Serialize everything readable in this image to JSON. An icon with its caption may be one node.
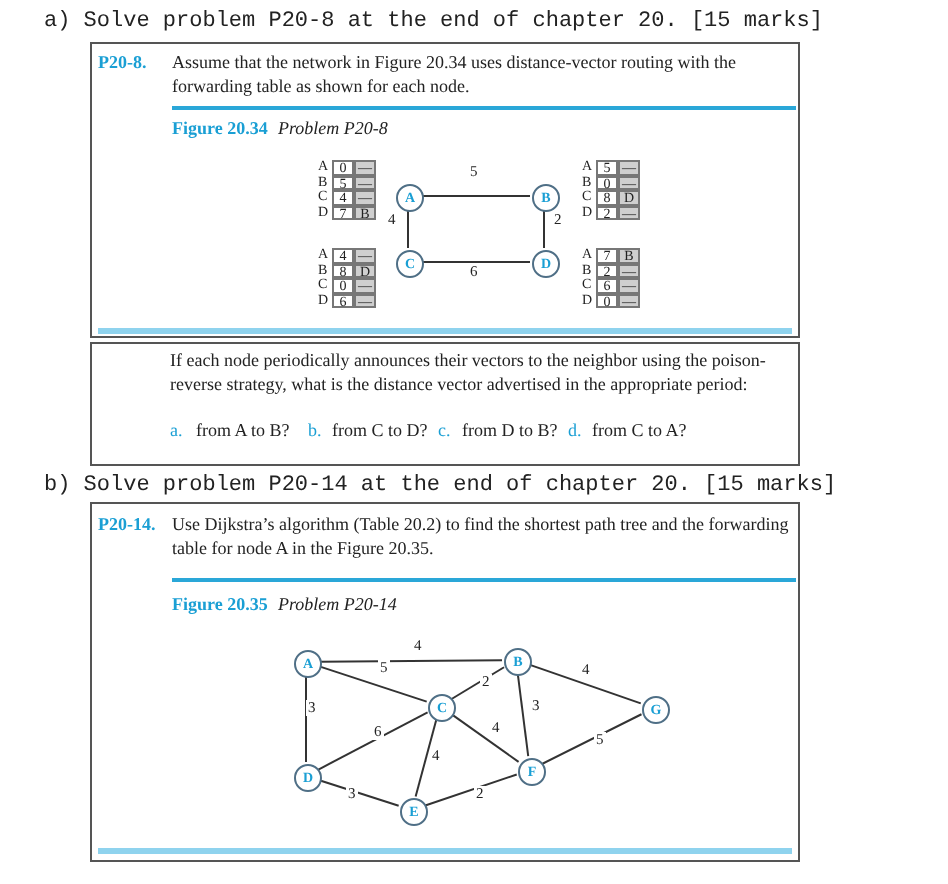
{
  "diagram": {
    "nodes": [
      {
        "text": [
          "P20-8.",
          "Assume that the network in Figure 20.34 uses distance-vector routing with the forwarding table as shown for each node.",
          "Figure 20.34",
          "Problem P20-8"
        ]
      },
      {
        "text": [
          "A"
        ],
        "in": 0
      },
      {
        "text": [
          "B"
        ],
        "in": 0
      },
      {
        "text": [
          "C"
        ],
        "in": 0
      },
      {
        "text": [
          "D"
        ],
        "in": 0
      },
      {
        "text": [
          "If each node periodically announces their vectors to the neighbor using the poison-reverse strategy, what is the distance vector advertised in the appropriate period:",
          "a.",
          "from A to B?",
          "b.",
          "from C to D?",
          "c.",
          "from D to B?",
          "d.",
          "from C to A?"
        ]
      },
      {
        "text": [
          "P20-14.",
          "Use Dijkstra’s algorithm (Table 20.2) to find the shortest path tree and the forwarding table for node A in the Figure 20.35.",
          "Figure 20.35",
          "Problem P20-14"
        ]
      },
      {
        "text": [
          "A"
        ],
        "in": 6
      },
      {
        "text": [
          "B"
        ],
        "in": 6
      },
      {
        "text": [
          "C"
        ],
        "in": 6
      },
      {
        "text": [
          "D"
        ],
        "in": 6
      },
      {
        "text": [
          "E"
        ],
        "in": 6
      },
      {
        "text": [
          "F"
        ],
        "in": 6
      },
      {
        "text": [
          "G"
        ],
        "in": 6
      }
    ],
    "edges": [
      {
        "from": 1,
        "to": 2,
        "arrow": "none",
        "label": "5"
      },
      {
        "from": 1,
        "to": 3,
        "arrow": "none",
        "label": "4"
      },
      {
        "from": 2,
        "to": 4,
        "arrow": "none",
        "label": "2"
      },
      {
        "from": 3,
        "to": 4,
        "arrow": "none",
        "label": "6"
      },
      {
        "from": 7,
        "to": 8,
        "arrow": "none",
        "label": "4"
      },
      {
        "from": 7,
        "to": 9,
        "arrow": "none",
        "label": "5"
      },
      {
        "from": 7,
        "to": 10,
        "arrow": "none",
        "label": "3"
      },
      {
        "from": 8,
        "to": 9,
        "arrow": "none",
        "label": "2"
      },
      {
        "from": 8,
        "to": 13,
        "arrow": "none",
        "label": "4"
      },
      {
        "from": 8,
        "to": 12,
        "arrow": "none",
        "label": "3"
      },
      {
        "from": 9,
        "to": 10,
        "arrow": "none",
        "label": "6"
      },
      {
        "from": 9,
        "to": 12,
        "arrow": "none",
        "label": "4"
      },
      {
        "from": 9,
        "to": 11,
        "arrow": "none",
        "label": "4"
      },
      {
        "from": 10,
        "to": 11,
        "arrow": "none",
        "label": "3"
      },
      {
        "from": 11,
        "to": 12,
        "arrow": "none",
        "label": "2"
      },
      {
        "from": 12,
        "to": 13,
        "arrow": "none",
        "label": "5"
      }
    ],
    "labels": [
      "a) Solve problem P20-8 at the end of chapter 20. [15 marks]",
      "A",
      "0",
      "—",
      "B",
      "5",
      "—",
      "C",
      "4",
      "—",
      "D",
      "7",
      "B",
      "A",
      "5",
      "—",
      "B",
      "0",
      "—",
      "C",
      "8",
      "D",
      "D",
      "2",
      "—",
      "A",
      "4",
      "—",
      "B",
      "8",
      "D",
      "C",
      "0",
      "—",
      "D",
      "6",
      "—",
      "A",
      "7",
      "B",
      "B",
      "2",
      "—",
      "C",
      "6",
      "—",
      "D",
      "0",
      "—",
      "b) Solve problem P20-14 at the end of chapter 20. [15 marks]"
    ]
  }
}
